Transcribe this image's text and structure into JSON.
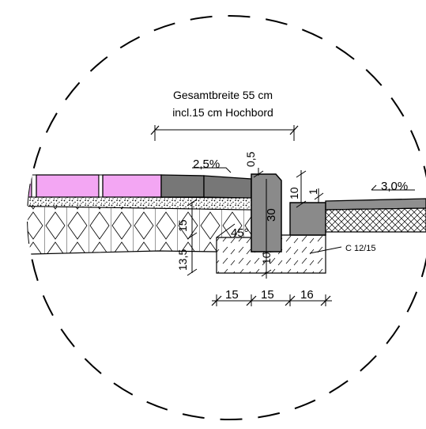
{
  "title": {
    "line1": "Gesamtbreite 55 cm",
    "line2": "incl.15 cm Hochbord"
  },
  "slopes": {
    "left": "2,5%",
    "right": "3,0%"
  },
  "angle": "45°",
  "concrete": "C 12/15",
  "dims": {
    "d_0_5": "0,5",
    "d_10_top": "10",
    "d_1": "1",
    "d_30": "30",
    "d_15_vert": "15",
    "d_13_5": "13,5",
    "d_10_bottom": "10",
    "d_15_a": "15",
    "d_15_b": "15",
    "d_16": "16"
  },
  "colors": {
    "pink": "#f3a6f3",
    "curb": "#8a8a8a",
    "dark_paver": "#777777",
    "asphalt": "#8f8f8f"
  }
}
